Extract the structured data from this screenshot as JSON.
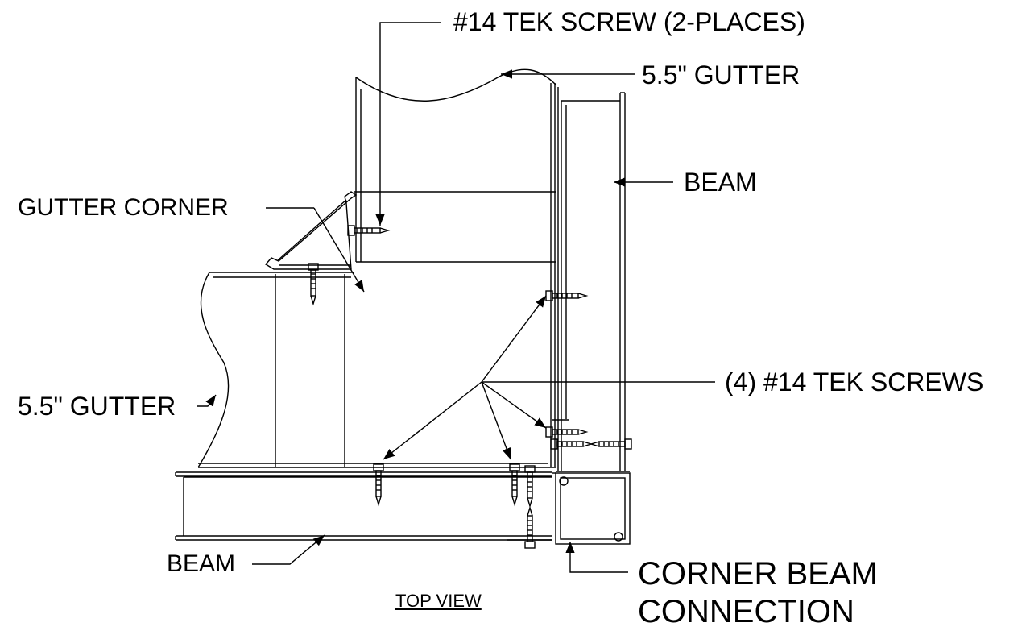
{
  "labels": {
    "tek_screw_2": "#14 TEK SCREW (2-PLACES)",
    "gutter_top": "5.5\" GUTTER",
    "beam_right": "BEAM",
    "gutter_corner": "GUTTER CORNER",
    "tek_screws_4": "(4) #14 TEK SCREWS",
    "gutter_left": "5.5\" GUTTER",
    "beam_bottom": "BEAM",
    "corner_beam_line1": "CORNER BEAM",
    "corner_beam_line2": "CONNECTION",
    "view_title": "TOP VIEW"
  }
}
